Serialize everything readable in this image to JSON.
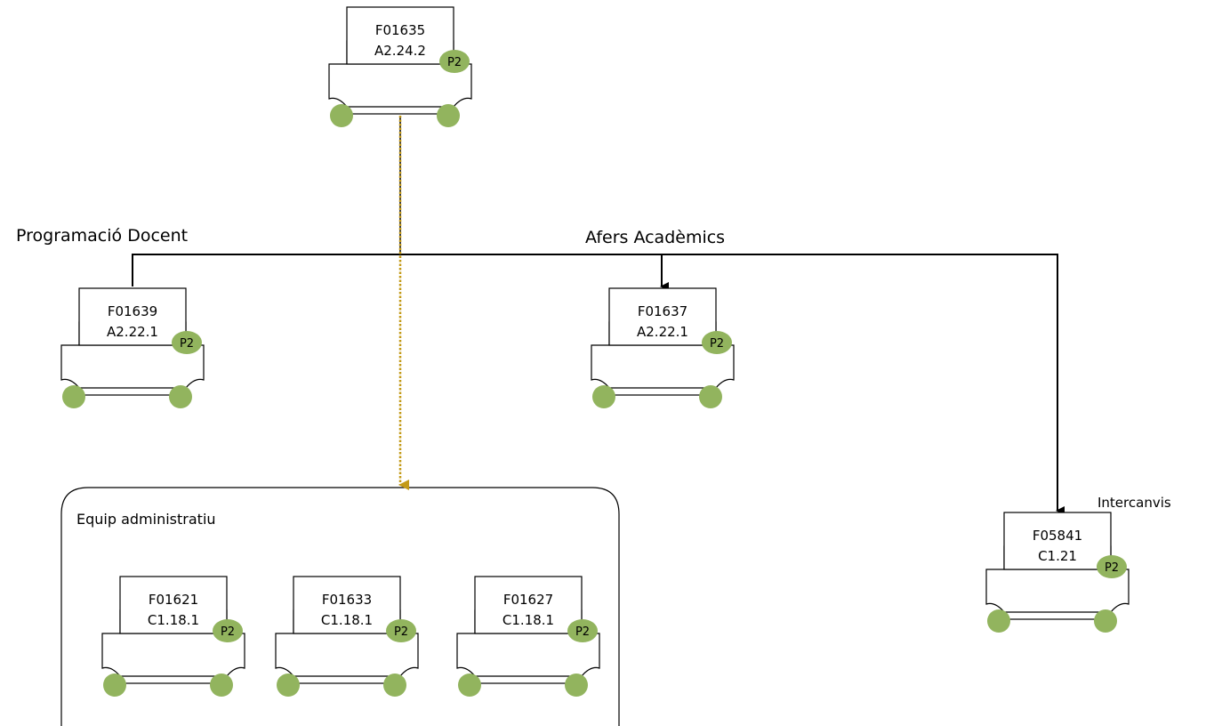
{
  "colors": {
    "stroke": "#000000",
    "badge_fill": "#92b45e",
    "badge_text": "#000000",
    "dotted_arrow": "#c39a18"
  },
  "labels": {
    "programacio": "Programació Docent",
    "afers": "Afers Acadèmics",
    "intercanvis": "Intercanvis"
  },
  "group": {
    "title": "Equip administratiu"
  },
  "nodes": {
    "root": {
      "code": "F01635",
      "grade": "A2.24.2",
      "badge": "P2"
    },
    "prog": {
      "code": "F01639",
      "grade": "A2.22.1",
      "badge": "P2"
    },
    "afers": {
      "code": "F01637",
      "grade": "A2.22.1",
      "badge": "P2"
    },
    "interc": {
      "code": "F05841",
      "grade": "C1.21",
      "badge": "P2"
    },
    "eq1": {
      "code": "F01621",
      "grade": "C1.18.1",
      "badge": "P2"
    },
    "eq2": {
      "code": "F01633",
      "grade": "C1.18.1",
      "badge": "P2"
    },
    "eq3": {
      "code": "F01627",
      "grade": "C1.18.1",
      "badge": "P2"
    }
  }
}
